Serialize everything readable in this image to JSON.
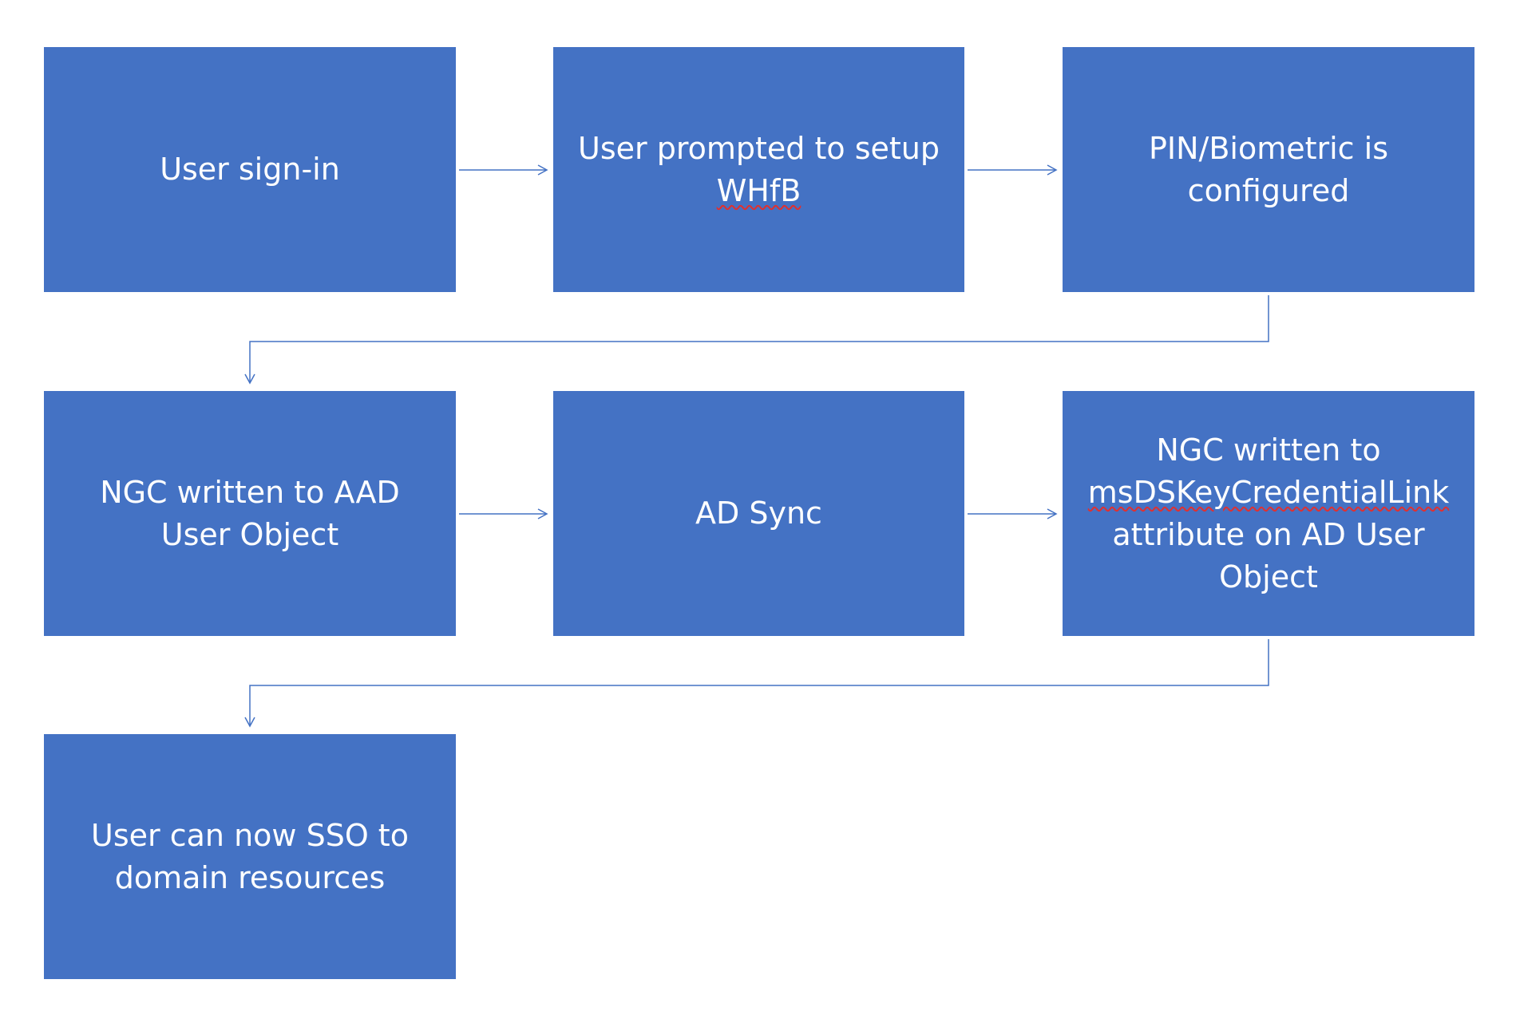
{
  "diagram": {
    "colors": {
      "box_fill": "#4472C4",
      "box_text": "#FFFFFF",
      "connector": "#4472C4",
      "spellcheck_underline": "#E03030"
    },
    "steps": [
      {
        "line1": "User sign-in"
      },
      {
        "line1": "User prompted to setup",
        "line2": "WHfB"
      },
      {
        "line1": "PIN/Biometric is",
        "line2": "configured"
      },
      {
        "line1": "NGC written to AAD",
        "line2": "User Object"
      },
      {
        "line1": "AD Sync"
      },
      {
        "line1": "NGC written to",
        "line2": "msDSKeyCredentialLink",
        "line3": "attribute on AD User",
        "line4": "Object"
      },
      {
        "line1": "User can now SSO to",
        "line2": "domain resources"
      }
    ]
  }
}
